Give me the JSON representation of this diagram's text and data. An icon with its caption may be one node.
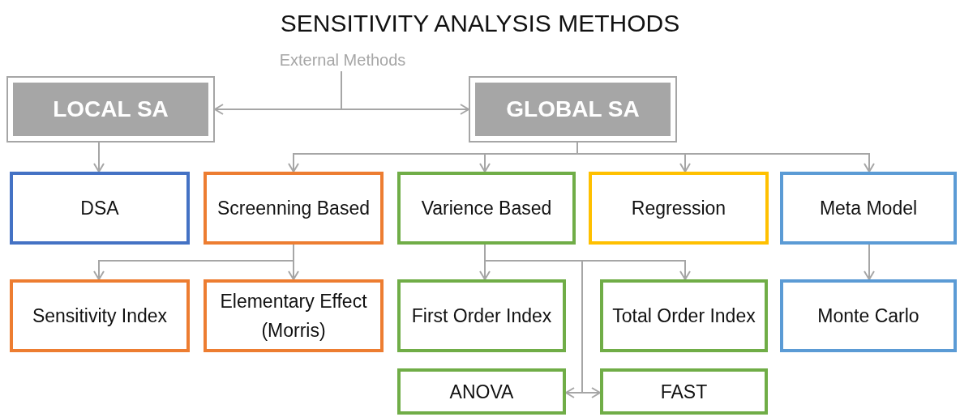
{
  "diagram": {
    "title": "SENSITIVITY ANALYSIS METHODS",
    "nodes": [
      {
        "text": [
          "External Methods"
        ]
      },
      {
        "text": [
          "LOCAL SA"
        ]
      },
      {
        "text": [
          "GLOBAL SA"
        ]
      },
      {
        "text": [
          "DSA"
        ]
      },
      {
        "text": [
          "Screenning Based"
        ]
      },
      {
        "text": [
          "Varience Based"
        ]
      },
      {
        "text": [
          "Regression"
        ]
      },
      {
        "text": [
          "Meta Model"
        ]
      },
      {
        "text": [
          "Sensitivity Index"
        ]
      },
      {
        "text": [
          "Elementary Effect (Morris)"
        ]
      },
      {
        "text": [
          "First Order Index"
        ]
      },
      {
        "text": [
          "Total Order Index"
        ]
      },
      {
        "text": [
          "ANOVA"
        ]
      },
      {
        "text": [
          "FAST"
        ]
      },
      {
        "text": [
          "Monte Carlo"
        ]
      }
    ],
    "edges": [
      {
        "from": 0,
        "to": 1,
        "arrow": "to"
      },
      {
        "from": 0,
        "to": 2,
        "arrow": "to"
      },
      {
        "from": 1,
        "to": 3,
        "arrow": "to"
      },
      {
        "from": 2,
        "to": 4,
        "arrow": "to"
      },
      {
        "from": 2,
        "to": 5,
        "arrow": "to"
      },
      {
        "from": 2,
        "to": 6,
        "arrow": "to"
      },
      {
        "from": 2,
        "to": 7,
        "arrow": "to"
      },
      {
        "from": 4,
        "to": 8,
        "arrow": "to"
      },
      {
        "from": 4,
        "to": 9,
        "arrow": "to"
      },
      {
        "from": 5,
        "to": 10,
        "arrow": "to"
      },
      {
        "from": 5,
        "to": 11,
        "arrow": "to"
      },
      {
        "from": 5,
        "to": 12,
        "arrow": "to"
      },
      {
        "from": 5,
        "to": 13,
        "arrow": "to"
      },
      {
        "from": 7,
        "to": 14,
        "arrow": "to"
      }
    ]
  }
}
